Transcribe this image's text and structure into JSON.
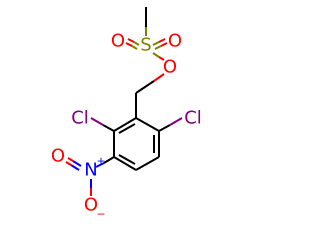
{
  "molecule": {
    "atoms": {
      "methyl_carbon": {
        "symbol": "C",
        "show_label": false
      },
      "sulfur": {
        "symbol": "S",
        "show_label": true
      },
      "sulfonyl_oxygen_left": {
        "symbol": "O",
        "show_label": true
      },
      "sulfonyl_oxygen_right": {
        "symbol": "O",
        "show_label": true
      },
      "ester_oxygen": {
        "symbol": "O",
        "show_label": true
      },
      "methylene_carbon": {
        "symbol": "C",
        "show_label": false
      },
      "chlorine_left": {
        "symbol": "Cl",
        "show_label": true
      },
      "chlorine_right": {
        "symbol": "Cl",
        "show_label": true
      },
      "nitro_nitrogen": {
        "symbol": "N",
        "show_label": true,
        "charge": "+"
      },
      "nitro_oxygen_double": {
        "symbol": "O",
        "show_label": true
      },
      "nitro_oxygen_single": {
        "symbol": "O",
        "show_label": true,
        "charge": "−"
      }
    },
    "colors": {
      "carbon_bond": "#000000",
      "sulfur": "#808000",
      "oxygen": "#ff0000",
      "chlorine": "#800080",
      "nitrogen": "#0000ff"
    }
  }
}
